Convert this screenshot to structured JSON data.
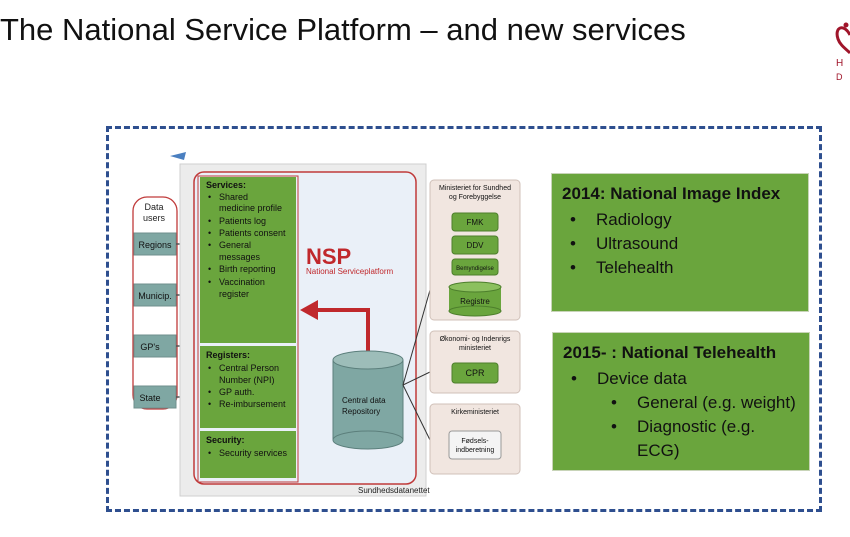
{
  "slide": {
    "title": "The National Service Platform – and new services",
    "logo_text_1": "H",
    "logo_text_2": "D"
  },
  "diagram": {
    "data_users_label": "Data users",
    "user_boxes": [
      "Regions",
      "Municip.",
      "GP's",
      "State"
    ],
    "services_heading": "Services:",
    "services_items": [
      "Shared medicine profile",
      "Patients log",
      "Patients consent",
      "General messages",
      "Birth reporting",
      "Vaccination register"
    ],
    "registers_heading": "Registers:",
    "registers_items": [
      "Central Person Number (NPI)",
      "GP auth.",
      "Re-imbursement"
    ],
    "security_heading": "Security:",
    "security_items": [
      "Security services"
    ],
    "nsp_title": "NSP",
    "nsp_subtitle": "National Serviceplatform",
    "repository_label": "Central data Repository",
    "platform_footer": "Sundhedsdatanettet",
    "ministry1": "Ministeriet for Sundhed og Forebyggelse",
    "ministry1_items": [
      "FMK",
      "DDV",
      "Bemyndigelse"
    ],
    "ministry1_db": "Registre",
    "ministry2": "Økonomi- og Indenrigs ministeriet",
    "ministry2_item": "CPR",
    "ministry3": "Kirkeministeriet",
    "ministry3_item": "Fødsels-indberetning"
  },
  "box2014": {
    "heading": "2014: National Image Index",
    "items": [
      "Radiology",
      "Ultrasound",
      "Telehealth"
    ]
  },
  "box2015": {
    "heading": "2015- : National Telehealth",
    "item": "Device data",
    "subitems": [
      "General (e.g. weight)",
      "Diagnostic (e.g. ECG)"
    ]
  },
  "colors": {
    "green": "#6aa53d",
    "frame": "#2e4f8f",
    "nsp_red": "#c0282c"
  }
}
